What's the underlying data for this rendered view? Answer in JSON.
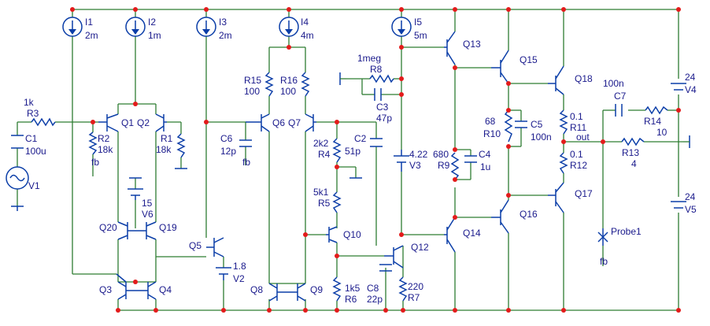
{
  "components": {
    "I1": {
      "name": "I1",
      "value": "2m"
    },
    "I2": {
      "name": "I2",
      "value": "1m"
    },
    "I3": {
      "name": "I3",
      "value": "2m"
    },
    "I4": {
      "name": "I4",
      "value": "4m"
    },
    "I5": {
      "name": "I5",
      "value": "5m"
    },
    "R1": {
      "name": "R1",
      "value": "18k"
    },
    "R2": {
      "name": "R2",
      "value": "18k"
    },
    "R3": {
      "name": "R3",
      "value": "1k"
    },
    "R4": {
      "name": "R4",
      "value": "2k2"
    },
    "R5": {
      "name": "R5",
      "value": "5k1"
    },
    "R6": {
      "name": "R6",
      "value": "1k5"
    },
    "R7": {
      "name": "R7",
      "value": "220"
    },
    "R8": {
      "name": "R8",
      "value": "1meg"
    },
    "R9": {
      "name": "R9",
      "value": "680"
    },
    "R10": {
      "name": "R10",
      "value": "68"
    },
    "R11": {
      "name": "R11",
      "value": "0.1"
    },
    "R12": {
      "name": "R12",
      "value": "0.1"
    },
    "R13": {
      "name": "R13",
      "value": "4"
    },
    "R14": {
      "name": "R14",
      "value": "10"
    },
    "R15": {
      "name": "R15",
      "value": "100"
    },
    "R16": {
      "name": "R16",
      "value": "100"
    },
    "C1": {
      "name": "C1",
      "value": "100u"
    },
    "C2": {
      "name": "C2",
      "value": "51p"
    },
    "C3": {
      "name": "C3",
      "value": "47p"
    },
    "C4": {
      "name": "C4",
      "value": "1u"
    },
    "C5": {
      "name": "C5",
      "value": "100n"
    },
    "C6": {
      "name": "C6",
      "value": "12p"
    },
    "C7": {
      "name": "C7",
      "value": "100n"
    },
    "C8": {
      "name": "C8",
      "value": "22p"
    },
    "V1": {
      "name": "V1"
    },
    "V2": {
      "name": "V2",
      "value": "1.8"
    },
    "V3": {
      "name": "V3",
      "value": "4.22"
    },
    "V4": {
      "name": "V4",
      "value": "24"
    },
    "V5": {
      "name": "V5",
      "value": "24"
    },
    "V6": {
      "name": "V6",
      "value": "15"
    }
  },
  "transistors": [
    "Q1",
    "Q2",
    "Q3",
    "Q4",
    "Q5",
    "Q6",
    "Q7",
    "Q8",
    "Q9",
    "Q10",
    "Q12",
    "Q13",
    "Q14",
    "Q15",
    "Q16",
    "Q17",
    "Q18",
    "Q19",
    "Q20"
  ],
  "labels": {
    "fb": "fb",
    "out": "out",
    "probe": "Probe1"
  },
  "colors": {
    "wire": "#2e7d32",
    "component": "#0b3ea8",
    "junction": "#e31b1b",
    "text": "#1a1a8c"
  }
}
